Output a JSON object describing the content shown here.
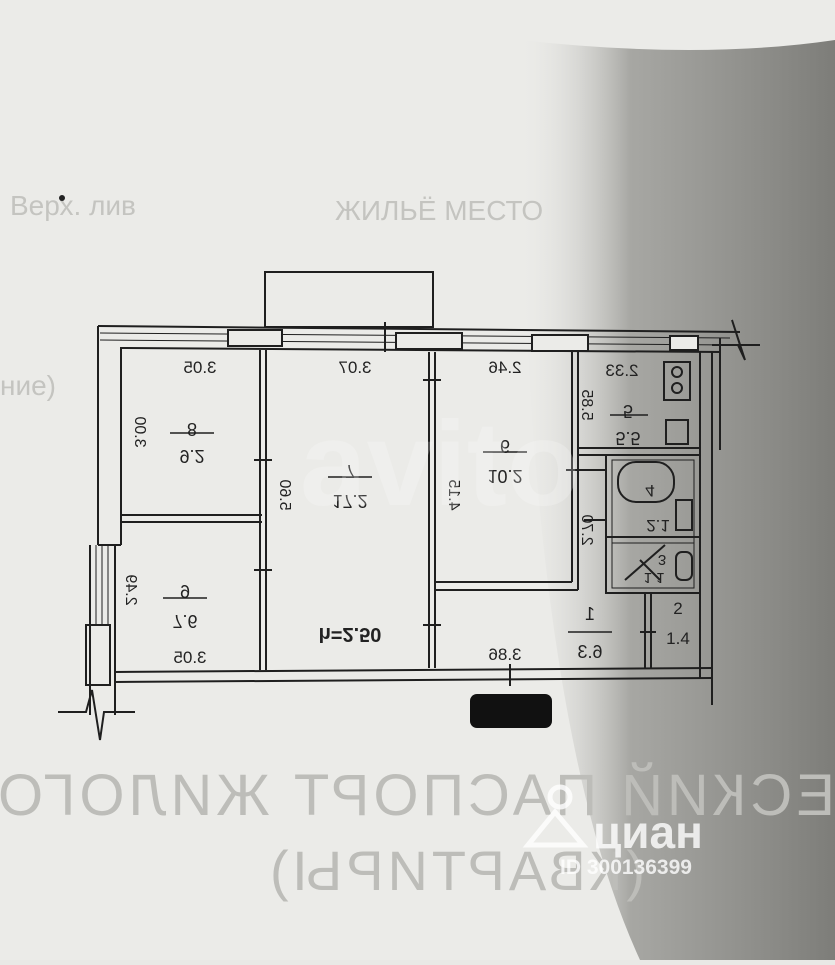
{
  "colors": {
    "paper": "#e9e9e6",
    "ink": "#1f1f1f",
    "shadow": "#8e8e8a",
    "redaction": "#111111",
    "watermark": "#ffffff"
  },
  "plan": {
    "ceiling_height_label": "h=2.50",
    "rooms": [
      {
        "number": "1",
        "area": "6.3"
      },
      {
        "number": "2",
        "area": "1.4"
      },
      {
        "number": "3",
        "area": "1.1"
      },
      {
        "number": "4",
        "area": "2.1"
      },
      {
        "number": "5",
        "area": "5.5"
      },
      {
        "number": "6",
        "area": "10.2"
      },
      {
        "number": "7",
        "area": "17.2"
      },
      {
        "number": "8",
        "area": "9.2"
      },
      {
        "number": "9",
        "area": "7.6"
      }
    ],
    "dimensions": [
      "3.05",
      "3.07",
      "2.46",
      "2.33",
      "3.00",
      "5.60",
      "4.15",
      "5.85",
      "2.70",
      "2.49",
      "3.05",
      "3.86"
    ]
  },
  "background_text": {
    "top_left": "Верх. лив",
    "top_right": "ЖИЛЬЁ МЕСТО",
    "left_mid": "ние)",
    "bottom_line1": "ЕСКИЙ ПАСПОРТ ЖИЛОГО",
    "bottom_line2": "(КВАРТИРЫ)"
  },
  "watermark": {
    "brand": "циан",
    "id": "ID 300136399",
    "avito": "avito"
  }
}
